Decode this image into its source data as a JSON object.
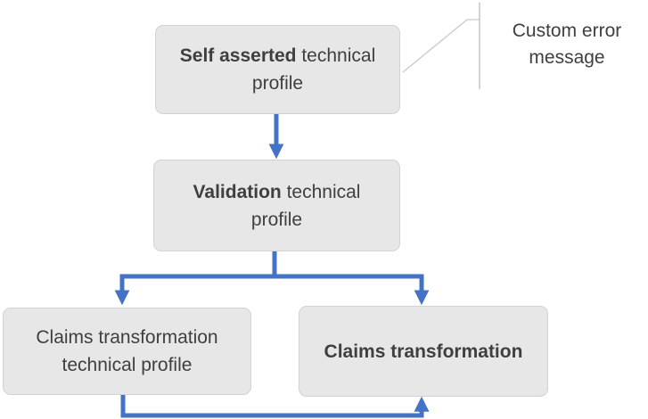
{
  "diagram": {
    "nodes": [
      {
        "id": "self-asserted-technical-profile",
        "bold": "Self asserted",
        "regular": " technical profile"
      },
      {
        "id": "validation-technical-profile",
        "bold": "Validation",
        "regular": " technical profile"
      },
      {
        "id": "claims-transformation-technical-profile",
        "bold": "",
        "regular": "Claims transformation technical profile"
      },
      {
        "id": "claims-transformation",
        "bold": "Claims transformation",
        "regular": ""
      }
    ],
    "edges": [
      {
        "from": "self-asserted-technical-profile",
        "to": "validation-technical-profile"
      },
      {
        "from": "validation-technical-profile",
        "to": "claims-transformation-technical-profile"
      },
      {
        "from": "validation-technical-profile",
        "to": "claims-transformation"
      },
      {
        "from": "claims-transformation-technical-profile",
        "to": "claims-transformation"
      }
    ],
    "callout": {
      "text": "Custom error message"
    },
    "colors": {
      "arrow_blue": "#4472C4",
      "box_fill": "#E8E7E7",
      "box_border": "#D3D1D1",
      "text": "#3F3F3F",
      "callout_line": "#C9C7C7"
    }
  }
}
